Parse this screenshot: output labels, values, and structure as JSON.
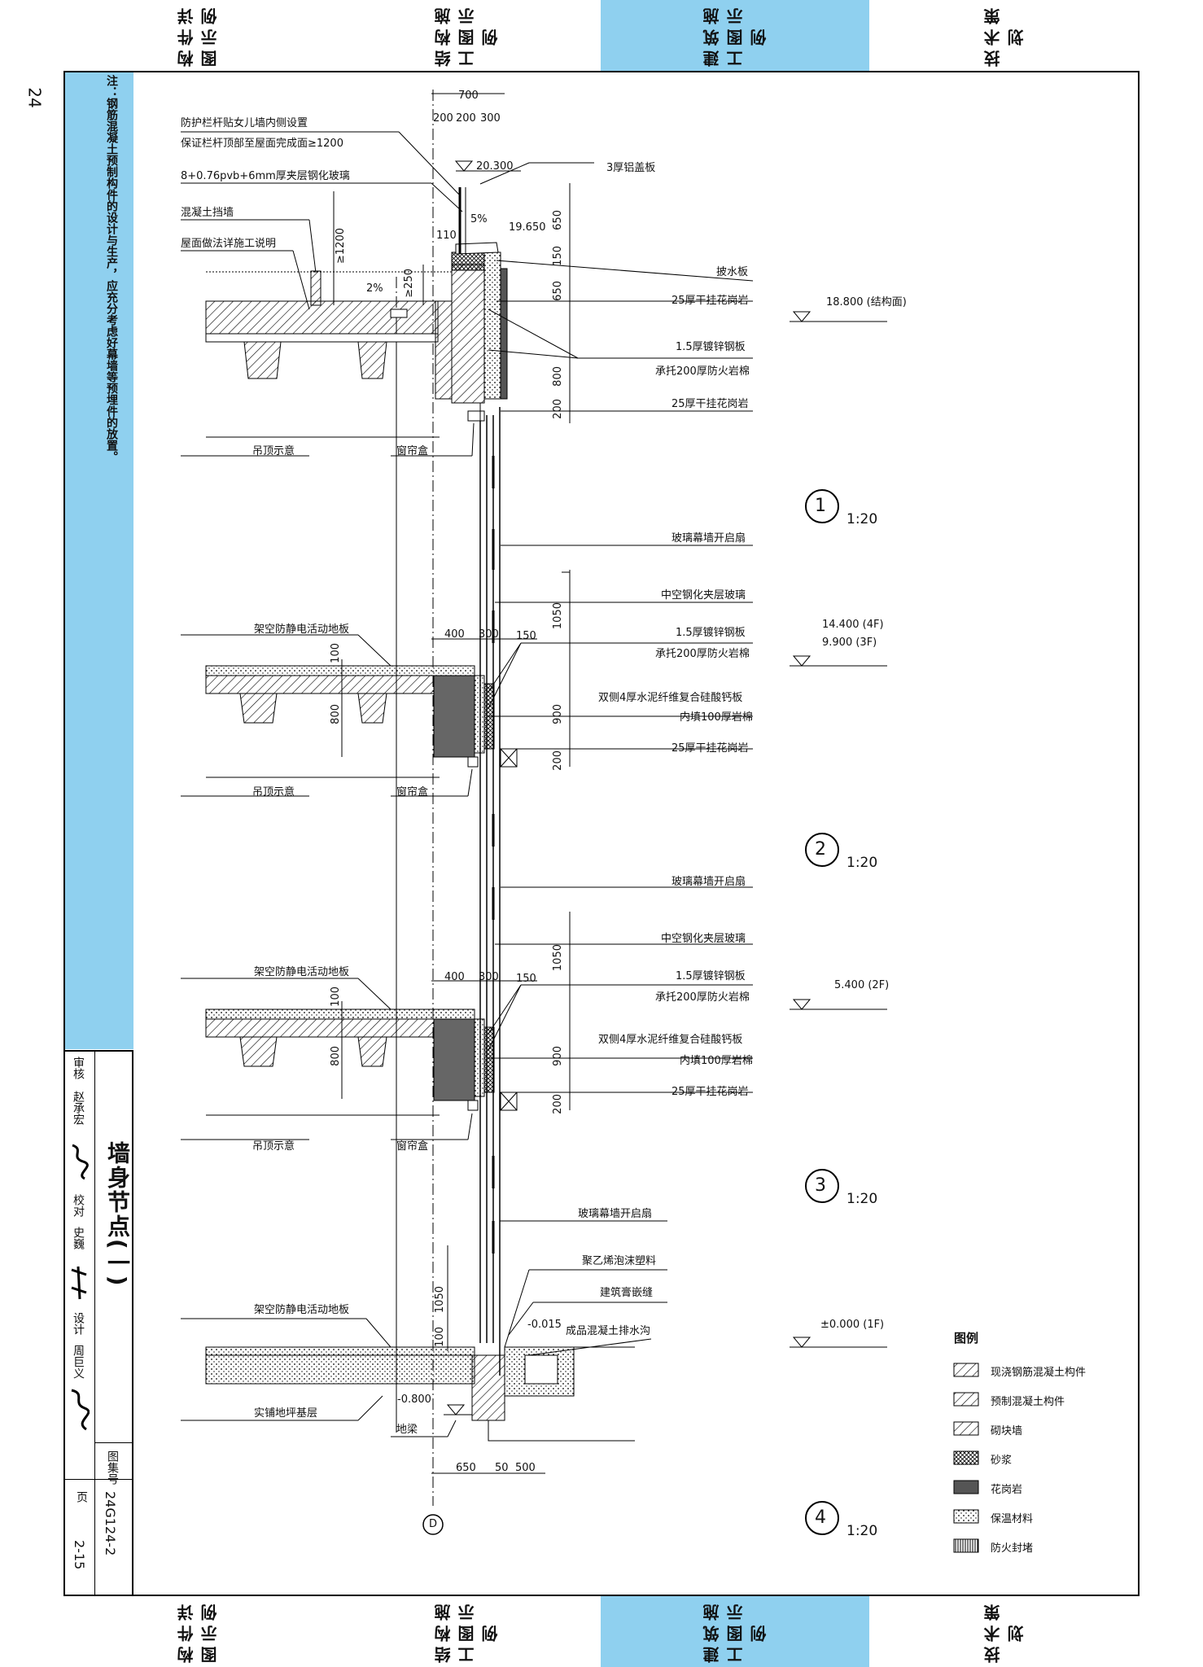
{
  "page_number": "24",
  "tabs": [
    {
      "label": "构件详图示例",
      "active": false
    },
    {
      "label": "结构施工图示例",
      "active": false
    },
    {
      "label": "建筑施工图示例",
      "active": true
    },
    {
      "label": "技术策划",
      "active": false
    }
  ],
  "note": "注：钢筋混凝土预制构件的设计与生产，应充分考虑好幕墙等预埋件的放置。",
  "title_block": {
    "title": "墙身节点(一)",
    "review_label": "审核",
    "review_name": "赵承宏",
    "check_label": "校对",
    "check_name": "史巍",
    "design_label": "设计",
    "design_name": "周巨义",
    "atlas_label": "图集号",
    "atlas_value": "24G124-2",
    "page_label": "页",
    "page_value": "2-15"
  },
  "details": [
    {
      "num": "1",
      "scale": "1:20"
    },
    {
      "num": "2",
      "scale": "1:20"
    },
    {
      "num": "3",
      "scale": "1:20"
    },
    {
      "num": "4",
      "scale": "1:20"
    }
  ],
  "axis": "D",
  "labels_d1_left": [
    "防护栏杆贴女儿墙内侧设置",
    "保证栏杆顶部至屋面完成面≥1200",
    "8+0.76pvb+6mm厚夹层钢化玻璃",
    "混凝土挡墙",
    "屋面做法详施工说明",
    "吊顶示意",
    "窗帘盒"
  ],
  "labels_d1_right": [
    "3厚铝盖板",
    "披水板",
    "25厚干挂花岗岩",
    "1.5厚镀锌钢板",
    "承托200厚防火岩棉",
    "25厚干挂花岗岩",
    "玻璃幕墙开启扇"
  ],
  "elev_d1": [
    "20.300",
    "19.650",
    "18.800 (结构面)"
  ],
  "dims_d1": [
    "700",
    "200",
    "200",
    "300",
    "110",
    "5%",
    "≥1200",
    "2%",
    "≥250",
    "650",
    "150",
    "650",
    "800",
    "200"
  ],
  "labels_d2_left": [
    "架空防静电活动地板",
    "吊顶示意",
    "窗帘盒"
  ],
  "labels_d2_right": [
    "中空钢化夹层玻璃",
    "1.5厚镀锌钢板",
    "承托200厚防火岩棉",
    "双侧4厚水泥纤维复合硅酸钙板",
    "内填100厚岩棉",
    "25厚干挂花岗岩",
    "玻璃幕墙开启扇"
  ],
  "elev_d2": [
    "14.400  (4F)",
    "9.900  (3F)"
  ],
  "dims_d2": [
    "400",
    "300",
    "150",
    "1050",
    "100",
    "800",
    "900",
    "200"
  ],
  "labels_d3_left": [
    "架空防静电活动地板",
    "吊顶示意",
    "窗帘盒"
  ],
  "labels_d3_right": [
    "中空钢化夹层玻璃",
    "1.5厚镀锌钢板",
    "承托200厚防火岩棉",
    "双侧4厚水泥纤维复合硅酸钙板",
    "内填100厚岩棉",
    "25厚干挂花岗岩",
    "玻璃幕墙开启扇"
  ],
  "elev_d3": [
    "5.400  (2F)"
  ],
  "dims_d3": [
    "400",
    "300",
    "150",
    "1050",
    "100",
    "800",
    "900",
    "200"
  ],
  "labels_d4_left": [
    "架空防静电活动地板",
    "实铺地坪基层",
    "地梁"
  ],
  "labels_d4_right": [
    "聚乙烯泡沫塑料",
    "建筑膏嵌缝",
    "成品混凝土排水沟"
  ],
  "elev_d4": [
    "-0.015",
    "±0.000 (1F)",
    "-0.800"
  ],
  "dims_d4": [
    "1050",
    "100",
    "650",
    "50",
    "500"
  ],
  "legend": {
    "title": "图例",
    "items": [
      "现浇钢筋混凝土构件",
      "预制混凝土构件",
      "砌块墙",
      "砂浆",
      "花岗岩",
      "保温材料",
      "防火封堵"
    ]
  }
}
